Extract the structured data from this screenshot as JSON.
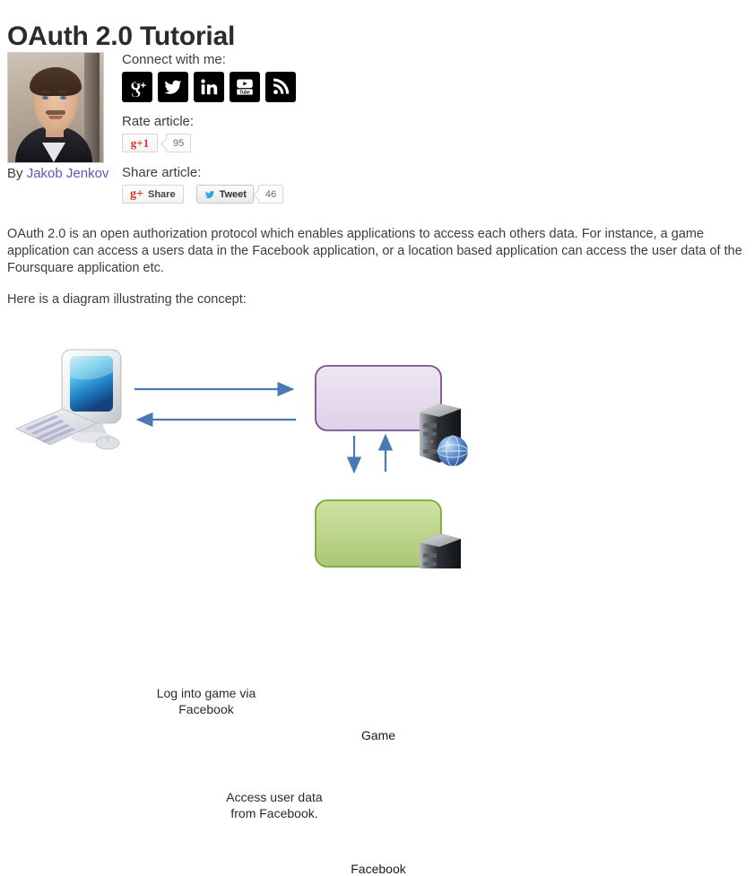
{
  "article": {
    "title": "OAuth 2.0 Tutorial",
    "author_prefix": "By ",
    "author_name": "Jakob Jenkov",
    "paragraphs": [
      "OAuth 2.0 is an open authorization protocol which enables applications to access each others data. For instance, a game application can access a users data in the Facebook application, or a location based application can access the user data of the Foursquare application etc.",
      "Here is a diagram illustrating the concept:"
    ]
  },
  "social": {
    "connect_heading": "Connect with me:",
    "icons": [
      {
        "name": "google-plus-icon",
        "label": "g+"
      },
      {
        "name": "twitter-icon",
        "label": "Twitter"
      },
      {
        "name": "linkedin-icon",
        "label": "in"
      },
      {
        "name": "youtube-icon",
        "label": "You Tube"
      },
      {
        "name": "rss-icon",
        "label": "RSS"
      }
    ],
    "rate_heading": "Rate article:",
    "gplus_one_label": "g+1",
    "gplus_one_count": "95",
    "share_heading": "Share article:",
    "gplus_share_glyph": "g+",
    "gplus_share_label": "Share",
    "tweet_label": "Tweet",
    "tweet_count": "46"
  },
  "diagram": {
    "label_login": "Log into game via\nFacebook",
    "label_access": "Access user data\nfrom Facebook.",
    "box_game": "Game",
    "box_facebook": "Facebook",
    "colors": {
      "arrow": "#4a7ab5",
      "game_fill": "#e5dcec",
      "game_border": "#7b4f8c",
      "facebook_fill": "#c2d88f",
      "facebook_border": "#7ba83a",
      "screen": "#1f7fc4"
    }
  }
}
